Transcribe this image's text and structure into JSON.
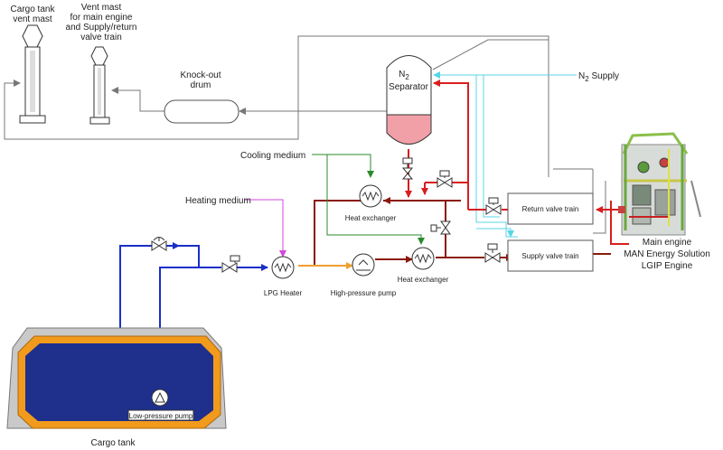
{
  "labels": {
    "cargo_tank_vent_mast_1": "Cargo tank",
    "cargo_tank_vent_mast_2": "vent mast",
    "vent_mast_1": "Vent mast",
    "vent_mast_2": "for main engine",
    "vent_mast_3": "and Supply/return",
    "vent_mast_4": "valve train",
    "knockout_1": "Knock-out",
    "knockout_2": "drum",
    "n2_separator_1": "N",
    "n2_separator_sub": "2",
    "n2_separator_2": "Separator",
    "n2_supply_1": "N",
    "n2_supply_sub": "2",
    "n2_supply_2": " Supply",
    "cooling_medium": "Cooling medium",
    "heating_medium": "Heating medium",
    "heat_exchanger_top": "Heat exchanger",
    "heat_exchanger_bottom": "Heat exchanger",
    "lpg_heater": "LPG Heater",
    "hp_pump": "High-pressure pump",
    "return_valve_train": "Return valve train",
    "supply_valve_train": "Supply valve train",
    "main_engine_1": "Main engine",
    "main_engine_2": "MAN Energy Solution",
    "main_engine_3": "LGIP Engine",
    "lp_pump": "Low-pressure pump",
    "cargo_tank": "Cargo tank"
  },
  "colors": {
    "blue_line": "#1a2fc8",
    "red_line": "#d81e1e",
    "darkred_line": "#8b1a0a",
    "orange_line": "#f0a030",
    "cyan_line": "#59d6e6",
    "green_line": "#2a8a2a",
    "magenta_line": "#d04ad8",
    "gray_line": "#777777",
    "tank_orange": "#f29a1c",
    "tank_fill": "#1e2f8c",
    "separator_liquid": "#f2a0a8"
  }
}
